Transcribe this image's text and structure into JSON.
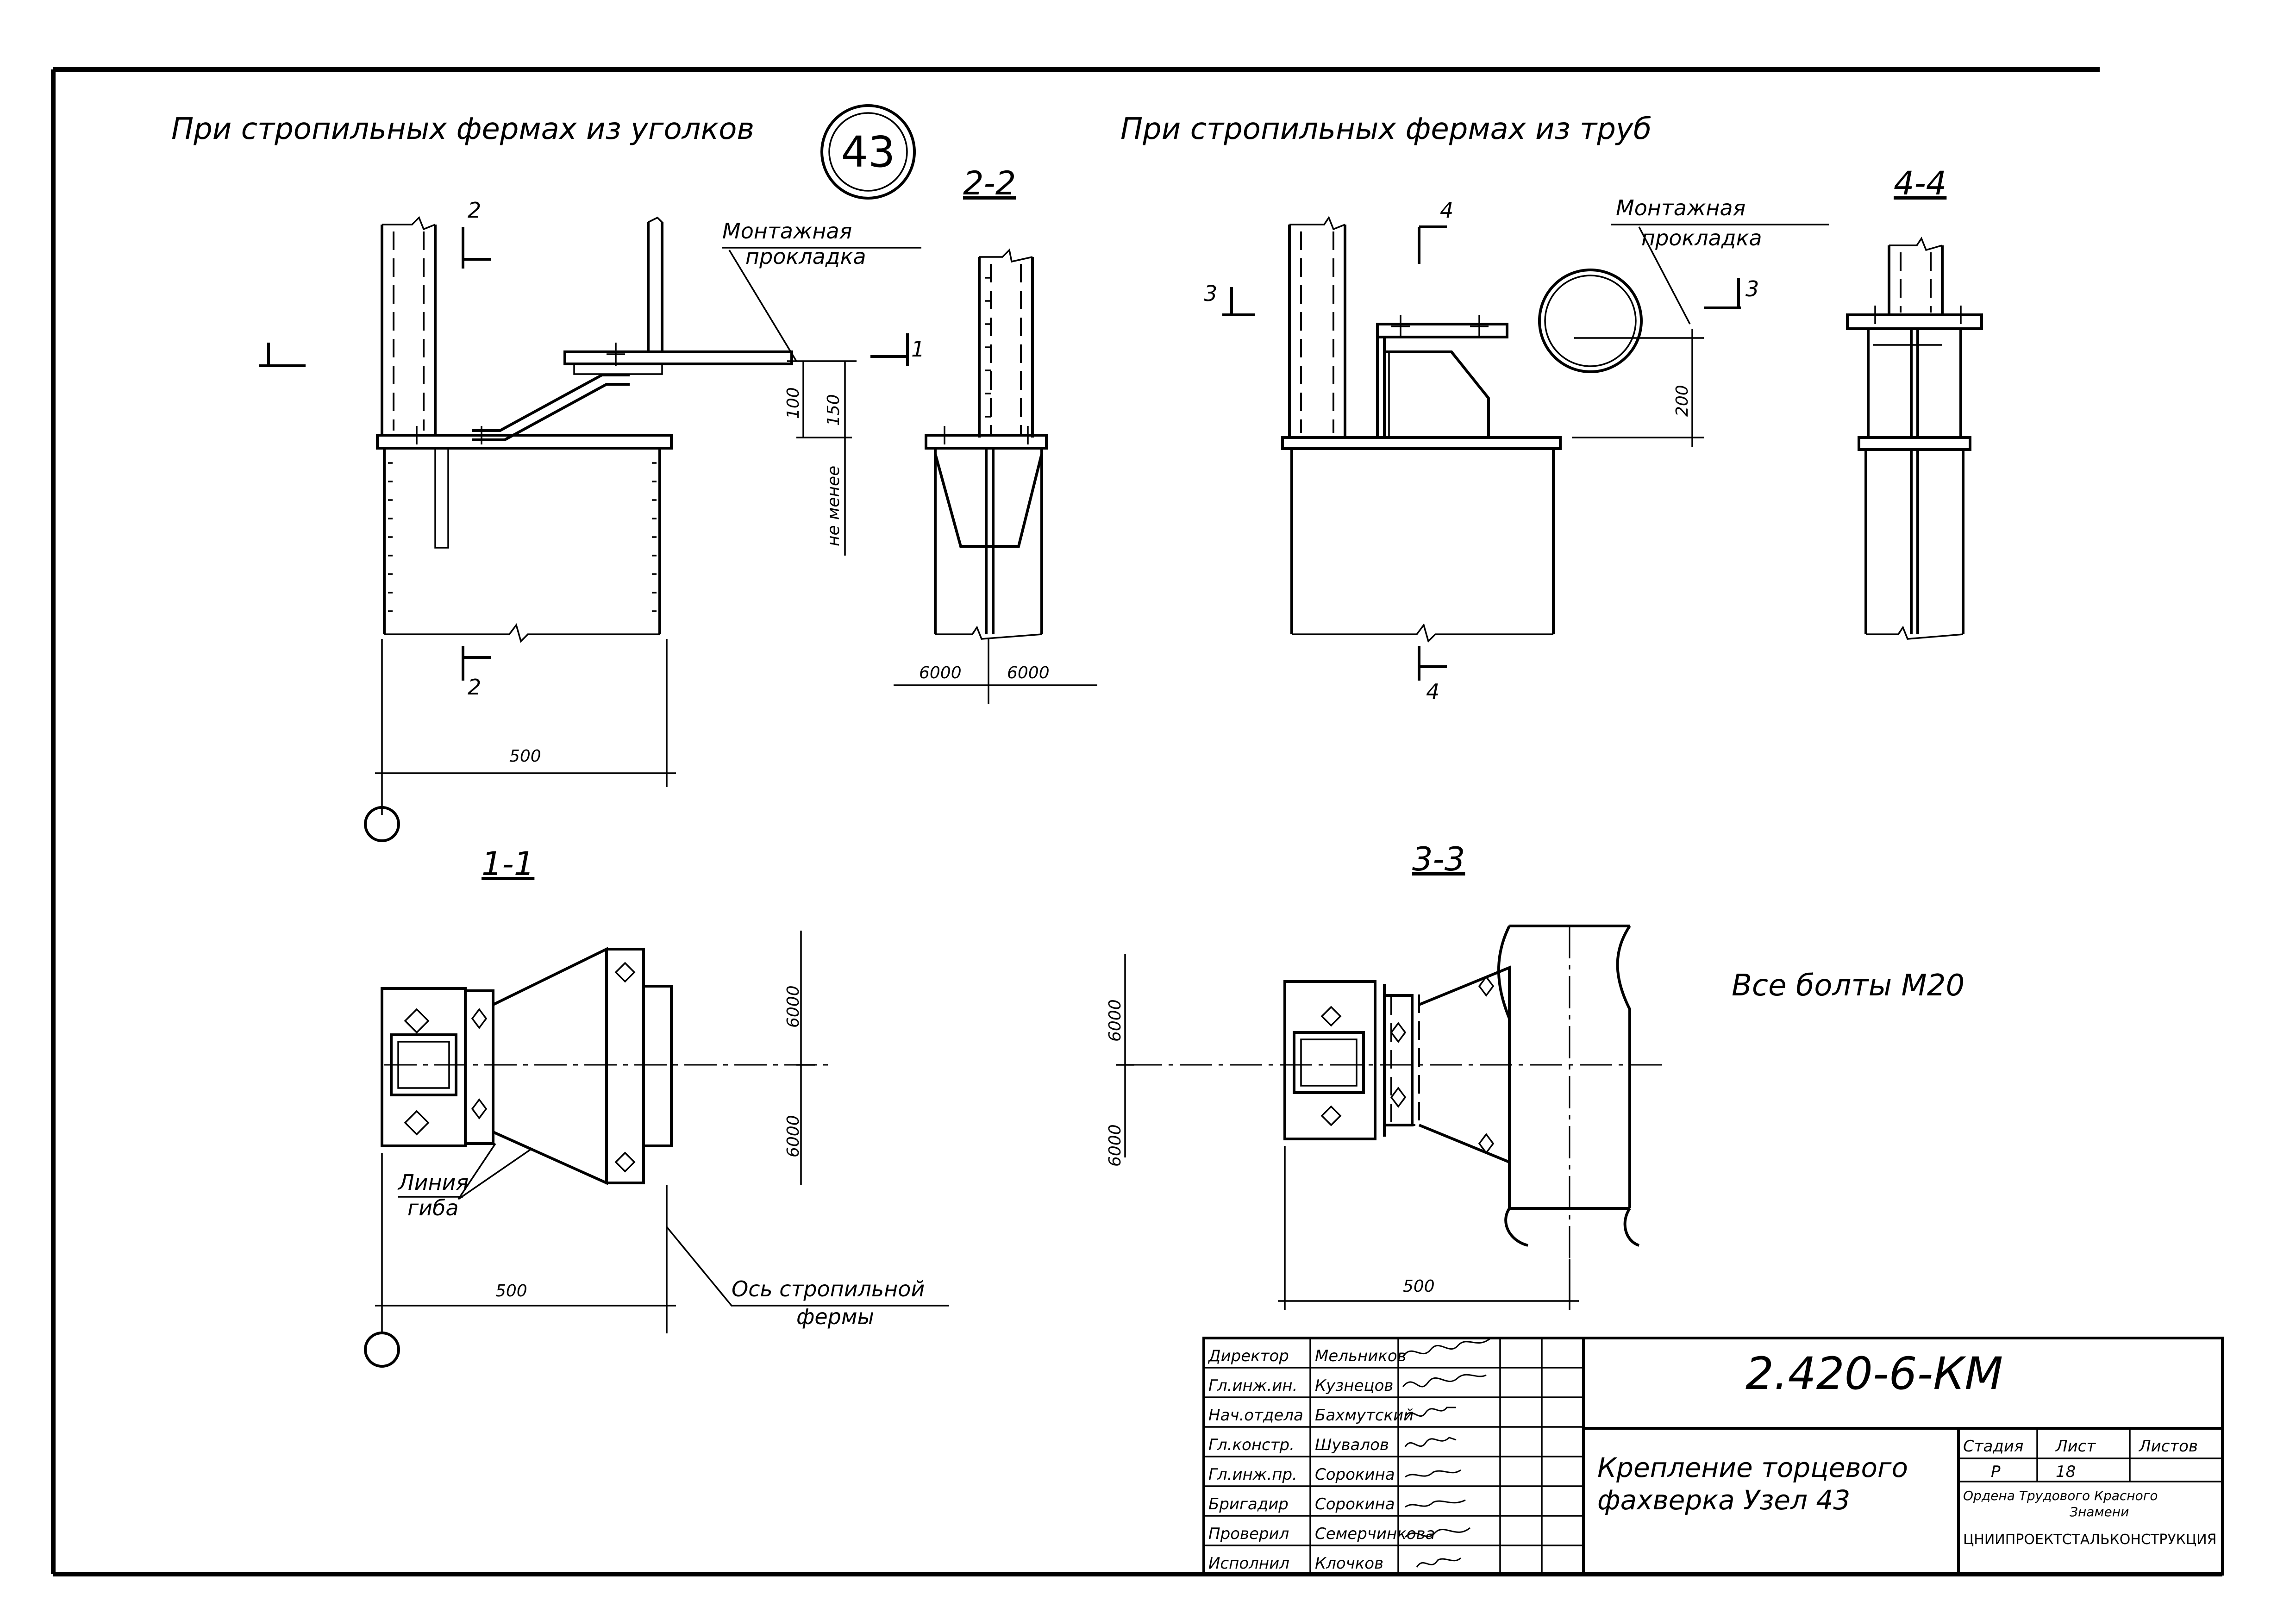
{
  "headings": {
    "angles": "При стропильных фермах из уголков",
    "pipes": "При стропильных фермах из труб"
  },
  "node_number": "43",
  "sections": {
    "s22": "2-2",
    "s44": "4-4",
    "s11": "1-1",
    "s33": "3-3"
  },
  "cut_marks": {
    "m1": "1",
    "m2": "2",
    "m3": "3",
    "m4": "4"
  },
  "labels": {
    "mount_pad_1": "Монтажная",
    "mount_pad_2": "прокладка",
    "bend_line_1": "Линия",
    "bend_line_2": "гиба",
    "truss_axis_1": "Ось стропильной",
    "truss_axis_2": "фермы",
    "bolts_note": "Все болты М20"
  },
  "dimensions": {
    "d100": "100",
    "d150": "150",
    "not_less": "не менее",
    "d500": "500",
    "d6000": "6000",
    "d200": "200"
  },
  "title_block": {
    "code": "2.420-6-КМ",
    "title_1": "Крепление торцевого",
    "title_2": "фахверка Узел 43",
    "col_stage": "Стадия",
    "col_sheet": "Лист",
    "col_sheets": "Листов",
    "stage": "Р",
    "sheet": "18",
    "org_1": "Ордена Трудового Красного",
    "org_2": "Знамени",
    "org_3": "ЦНИИПРОЕКТСТАЛЬКОНСТРУКЦИЯ",
    "roles": [
      {
        "role": "Директор",
        "name": "Мельников"
      },
      {
        "role": "Гл.инж.ин.",
        "name": "Кузнецов"
      },
      {
        "role": "Нач.отдела",
        "name": "Бахмутский"
      },
      {
        "role": "Гл.констр.",
        "name": "Шувалов"
      },
      {
        "role": "Гл.инж.пр.",
        "name": "Сорокина"
      },
      {
        "role": "Бригадир",
        "name": "Сорокина"
      },
      {
        "role": "Проверил",
        "name": "Семерчинкова"
      },
      {
        "role": "Исполнил",
        "name": "Клочков"
      }
    ]
  }
}
